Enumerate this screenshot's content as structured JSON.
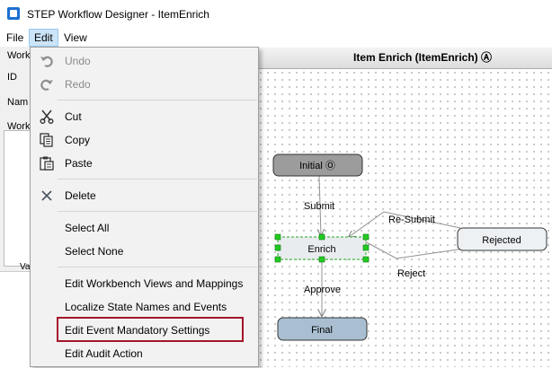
{
  "window": {
    "title": "STEP Workflow Designer - ItemEnrich"
  },
  "menubar": {
    "file": "File",
    "edit": "Edit",
    "view": "View"
  },
  "left_panel": {
    "label_work": "Work",
    "label_id": "ID",
    "label_name": "Nam",
    "label_workflow": "Work",
    "label_va": "Va"
  },
  "edit_menu": {
    "undo": "Undo",
    "redo": "Redo",
    "cut": "Cut",
    "copy": "Copy",
    "paste": "Paste",
    "delete": "Delete",
    "select_all": "Select All",
    "select_none": "Select None",
    "edit_views": "Edit Workbench Views and Mappings",
    "localize": "Localize State Names and Events",
    "edit_event_mandatory": "Edit Event Mandatory Settings",
    "edit_audit": "Edit Audit Action"
  },
  "canvas": {
    "header": "Item Enrich (ItemEnrich) Ⓐ",
    "states": {
      "initial": "Initial Ⓞ",
      "enrich": "Enrich",
      "rejected": "Rejected",
      "final": "Final"
    },
    "transitions": {
      "submit": "Submit",
      "resubmit": "Re-Submit",
      "reject": "Reject",
      "approve": "Approve"
    }
  },
  "colors": {
    "highlight": "#a4152b",
    "initial_fill": "#9c9c9c",
    "final_fill": "#a9bfd1",
    "selection_handle": "#22cc22"
  }
}
